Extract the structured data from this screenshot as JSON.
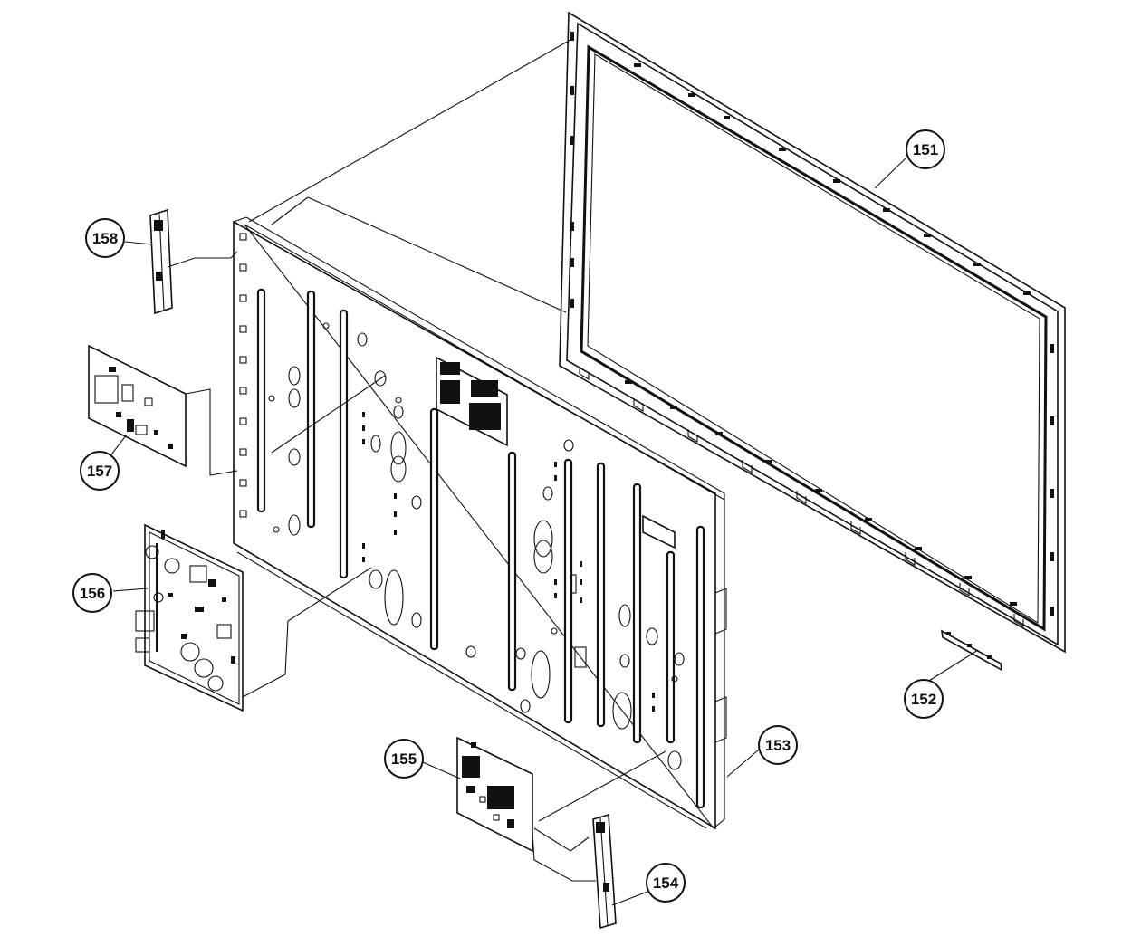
{
  "callouts": [
    {
      "id": "151",
      "label": "151"
    },
    {
      "id": "152",
      "label": "152"
    },
    {
      "id": "153",
      "label": "153"
    },
    {
      "id": "154",
      "label": "154"
    },
    {
      "id": "155",
      "label": "155"
    },
    {
      "id": "156",
      "label": "156"
    },
    {
      "id": "157",
      "label": "157"
    },
    {
      "id": "158",
      "label": "158"
    }
  ]
}
